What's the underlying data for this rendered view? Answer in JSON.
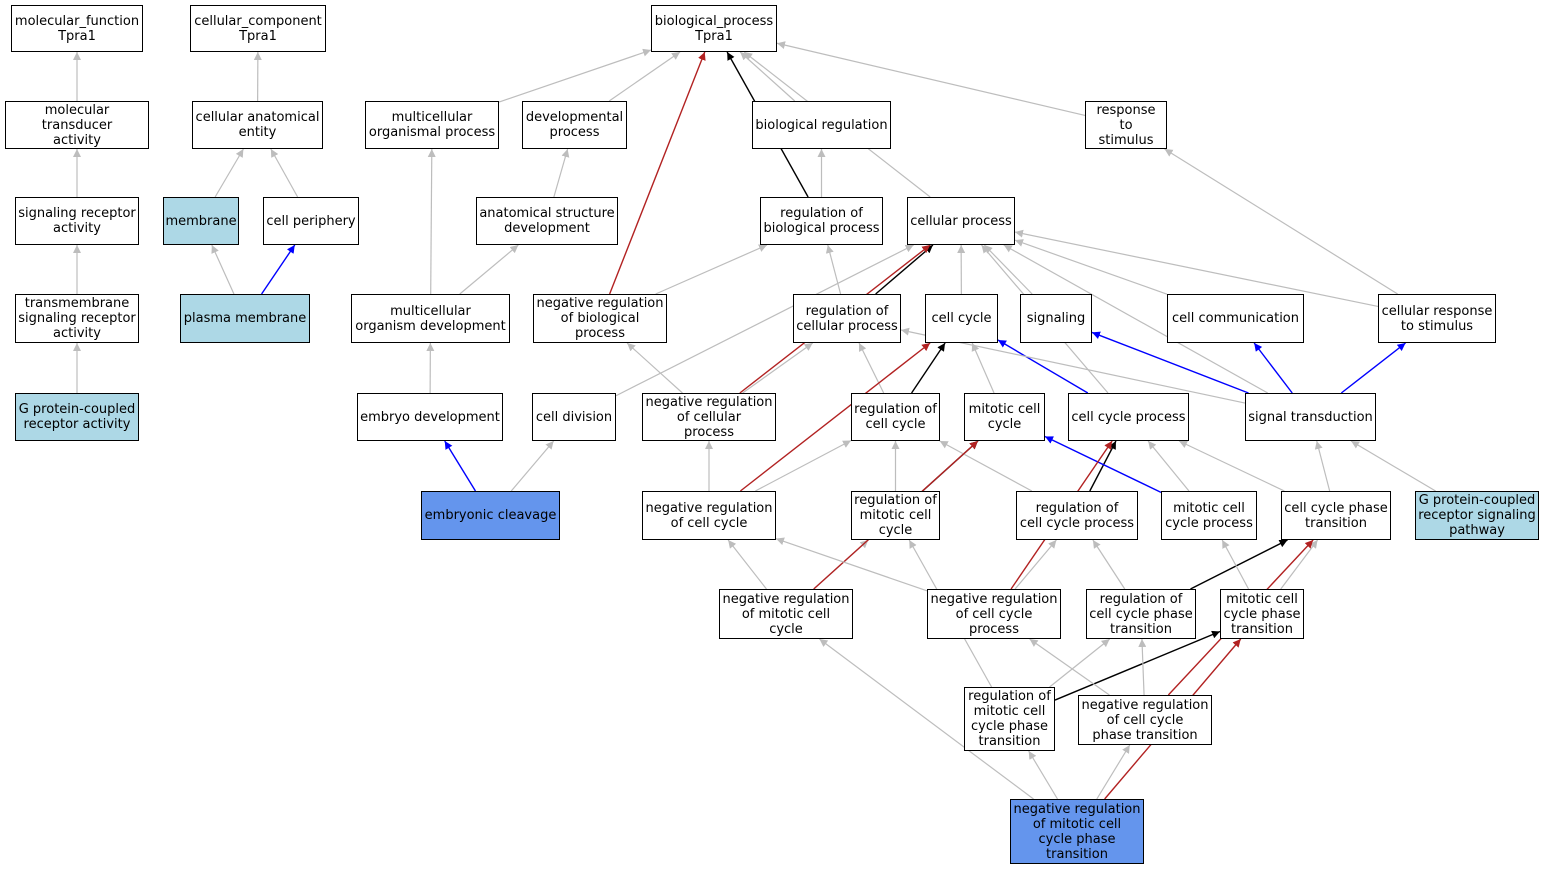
{
  "colors": {
    "edge_is_a": "#bdbdbd",
    "edge_regulates": "#000000",
    "edge_negatively_regulates": "#b22222",
    "edge_part_of": "#0000ff",
    "node_default": "#ffffff",
    "node_annotated": "#add8e6",
    "node_query": "#6495ed"
  },
  "nodes": {
    "mf_root": {
      "label": "molecular_function\nTpra1",
      "fill": "default"
    },
    "cc_root": {
      "label": "cellular_component\nTpra1",
      "fill": "default"
    },
    "bp_root": {
      "label": "biological_process\nTpra1",
      "fill": "default"
    },
    "mol_transducer": {
      "label": "molecular transducer\nactivity",
      "fill": "default"
    },
    "cell_anat_entity": {
      "label": "cellular anatomical\nentity",
      "fill": "default"
    },
    "multicell_org_proc": {
      "label": "multicellular\norganismal process",
      "fill": "default"
    },
    "dev_process": {
      "label": "developmental\nprocess",
      "fill": "default"
    },
    "bio_reg": {
      "label": "biological regulation",
      "fill": "default"
    },
    "resp_stimulus": {
      "label": "response to\nstimulus",
      "fill": "default"
    },
    "sig_receptor": {
      "label": "signaling receptor\nactivity",
      "fill": "default"
    },
    "membrane": {
      "label": "membrane",
      "fill": "annotated"
    },
    "cell_periphery": {
      "label": "cell periphery",
      "fill": "default"
    },
    "anat_struct_dev": {
      "label": "anatomical structure\ndevelopment",
      "fill": "default"
    },
    "reg_bio_proc": {
      "label": "regulation of\nbiological process",
      "fill": "default"
    },
    "cellular_proc": {
      "label": "cellular process",
      "fill": "default"
    },
    "tm_sig_receptor": {
      "label": "transmembrane\nsignaling receptor\nactivity",
      "fill": "default"
    },
    "plasma_membrane": {
      "label": "plasma membrane",
      "fill": "annotated"
    },
    "multicell_org_dev": {
      "label": "multicellular\norganism development",
      "fill": "default"
    },
    "neg_reg_bio_proc": {
      "label": "negative regulation\nof biological\nprocess",
      "fill": "default"
    },
    "reg_cell_proc": {
      "label": "regulation of\ncellular process",
      "fill": "default"
    },
    "cell_cycle": {
      "label": "cell cycle",
      "fill": "default"
    },
    "signaling": {
      "label": "signaling",
      "fill": "default"
    },
    "cell_comm": {
      "label": "cell communication",
      "fill": "default"
    },
    "cell_resp_stim": {
      "label": "cellular response\nto stimulus",
      "fill": "default"
    },
    "gpcr_activity": {
      "label": "G protein-coupled\nreceptor activity",
      "fill": "annotated"
    },
    "embryo_dev": {
      "label": "embryo development",
      "fill": "default"
    },
    "cell_division": {
      "label": "cell division",
      "fill": "default"
    },
    "neg_reg_cell_proc": {
      "label": "negative regulation\nof cellular\nprocess",
      "fill": "default"
    },
    "reg_cell_cycle": {
      "label": "regulation of\ncell cycle",
      "fill": "default"
    },
    "mitotic_cell_cycle": {
      "label": "mitotic cell\ncycle",
      "fill": "default"
    },
    "cell_cycle_proc": {
      "label": "cell cycle process",
      "fill": "default"
    },
    "signal_transduction": {
      "label": "signal transduction",
      "fill": "default"
    },
    "embryonic_cleavage": {
      "label": "embryonic cleavage",
      "fill": "query"
    },
    "neg_reg_cell_cycle": {
      "label": "negative regulation\nof cell cycle",
      "fill": "default"
    },
    "reg_mitotic_cc": {
      "label": "regulation of\nmitotic cell\ncycle",
      "fill": "default"
    },
    "reg_cc_proc": {
      "label": "regulation of\ncell cycle process",
      "fill": "default"
    },
    "mitotic_cc_proc": {
      "label": "mitotic cell\ncycle process",
      "fill": "default"
    },
    "cc_phase_trans": {
      "label": "cell cycle phase\ntransition",
      "fill": "default"
    },
    "gpcr_pathway": {
      "label": "G protein-coupled\nreceptor signaling\npathway",
      "fill": "annotated"
    },
    "neg_reg_mitotic_cc": {
      "label": "negative regulation\nof mitotic cell\ncycle",
      "fill": "default"
    },
    "neg_reg_cc_proc": {
      "label": "negative regulation\nof cell cycle\nprocess",
      "fill": "default"
    },
    "reg_cc_phase_trans": {
      "label": "regulation of\ncell cycle phase\ntransition",
      "fill": "default"
    },
    "mitotic_cc_phase_trans": {
      "label": "mitotic cell\ncycle phase\ntransition",
      "fill": "default"
    },
    "reg_mitotic_cc_phase_trans": {
      "label": "regulation of\nmitotic cell\ncycle phase\ntransition",
      "fill": "default"
    },
    "neg_reg_cc_phase_trans": {
      "label": "negative regulation\nof cell cycle\nphase transition",
      "fill": "default"
    },
    "neg_reg_mitotic_cc_phase_trans": {
      "label": "negative regulation\nof mitotic cell\ncycle phase\ntransition",
      "fill": "query"
    }
  },
  "edges": [
    {
      "from": "mol_transducer",
      "to": "mf_root",
      "type": "is_a"
    },
    {
      "from": "sig_receptor",
      "to": "mol_transducer",
      "type": "is_a"
    },
    {
      "from": "tm_sig_receptor",
      "to": "sig_receptor",
      "type": "is_a"
    },
    {
      "from": "gpcr_activity",
      "to": "tm_sig_receptor",
      "type": "is_a"
    },
    {
      "from": "cell_anat_entity",
      "to": "cc_root",
      "type": "is_a"
    },
    {
      "from": "membrane",
      "to": "cell_anat_entity",
      "type": "is_a"
    },
    {
      "from": "cell_periphery",
      "to": "cell_anat_entity",
      "type": "is_a"
    },
    {
      "from": "plasma_membrane",
      "to": "membrane",
      "type": "is_a"
    },
    {
      "from": "plasma_membrane",
      "to": "cell_periphery",
      "type": "part_of"
    },
    {
      "from": "multicell_org_proc",
      "to": "bp_root",
      "type": "is_a"
    },
    {
      "from": "dev_process",
      "to": "bp_root",
      "type": "is_a"
    },
    {
      "from": "bio_reg",
      "to": "bp_root",
      "type": "is_a"
    },
    {
      "from": "resp_stimulus",
      "to": "bp_root",
      "type": "is_a"
    },
    {
      "from": "cellular_proc",
      "to": "bp_root",
      "type": "is_a"
    },
    {
      "from": "reg_bio_proc",
      "to": "bp_root",
      "type": "regulates"
    },
    {
      "from": "reg_bio_proc",
      "to": "bio_reg",
      "type": "is_a"
    },
    {
      "from": "neg_reg_bio_proc",
      "to": "bp_root",
      "type": "negatively_regulates"
    },
    {
      "from": "neg_reg_bio_proc",
      "to": "reg_bio_proc",
      "type": "is_a"
    },
    {
      "from": "anat_struct_dev",
      "to": "dev_process",
      "type": "is_a"
    },
    {
      "from": "multicell_org_dev",
      "to": "multicell_org_proc",
      "type": "is_a"
    },
    {
      "from": "multicell_org_dev",
      "to": "anat_struct_dev",
      "type": "is_a"
    },
    {
      "from": "embryo_dev",
      "to": "multicell_org_dev",
      "type": "is_a"
    },
    {
      "from": "embryonic_cleavage",
      "to": "embryo_dev",
      "type": "part_of"
    },
    {
      "from": "embryonic_cleavage",
      "to": "cell_division",
      "type": "is_a"
    },
    {
      "from": "cell_division",
      "to": "cellular_proc",
      "type": "is_a"
    },
    {
      "from": "reg_cell_proc",
      "to": "reg_bio_proc",
      "type": "is_a"
    },
    {
      "from": "reg_cell_proc",
      "to": "cellular_proc",
      "type": "regulates"
    },
    {
      "from": "cell_cycle",
      "to": "cellular_proc",
      "type": "is_a"
    },
    {
      "from": "signaling",
      "to": "cellular_proc",
      "type": "is_a"
    },
    {
      "from": "cell_comm",
      "to": "cellular_proc",
      "type": "is_a"
    },
    {
      "from": "cell_resp_stim",
      "to": "cellular_proc",
      "type": "is_a"
    },
    {
      "from": "cell_resp_stim",
      "to": "resp_stimulus",
      "type": "is_a"
    },
    {
      "from": "cell_cycle_proc",
      "to": "cellular_proc",
      "type": "is_a"
    },
    {
      "from": "signal_transduction",
      "to": "cellular_proc",
      "type": "is_a"
    },
    {
      "from": "neg_reg_cell_proc",
      "to": "reg_cell_proc",
      "type": "is_a"
    },
    {
      "from": "neg_reg_cell_proc",
      "to": "neg_reg_bio_proc",
      "type": "is_a"
    },
    {
      "from": "neg_reg_cell_proc",
      "to": "cellular_proc",
      "type": "negatively_regulates"
    },
    {
      "from": "reg_cell_cycle",
      "to": "reg_cell_proc",
      "type": "is_a"
    },
    {
      "from": "reg_cell_cycle",
      "to": "cell_cycle",
      "type": "regulates"
    },
    {
      "from": "mitotic_cell_cycle",
      "to": "cell_cycle",
      "type": "is_a"
    },
    {
      "from": "cell_cycle_proc",
      "to": "cell_cycle",
      "type": "part_of"
    },
    {
      "from": "signal_transduction",
      "to": "signaling",
      "type": "part_of"
    },
    {
      "from": "signal_transduction",
      "to": "cell_comm",
      "type": "part_of"
    },
    {
      "from": "signal_transduction",
      "to": "cell_resp_stim",
      "type": "part_of"
    },
    {
      "from": "signal_transduction",
      "to": "reg_cell_proc",
      "type": "is_a"
    },
    {
      "from": "gpcr_pathway",
      "to": "signal_transduction",
      "type": "is_a"
    },
    {
      "from": "neg_reg_cell_cycle",
      "to": "neg_reg_cell_proc",
      "type": "is_a"
    },
    {
      "from": "neg_reg_cell_cycle",
      "to": "reg_cell_cycle",
      "type": "is_a"
    },
    {
      "from": "neg_reg_cell_cycle",
      "to": "cell_cycle",
      "type": "negatively_regulates"
    },
    {
      "from": "reg_mitotic_cc",
      "to": "reg_cell_cycle",
      "type": "is_a"
    },
    {
      "from": "reg_mitotic_cc",
      "to": "mitotic_cell_cycle",
      "type": "regulates"
    },
    {
      "from": "reg_cc_proc",
      "to": "reg_cell_cycle",
      "type": "is_a"
    },
    {
      "from": "reg_cc_proc",
      "to": "cell_cycle_proc",
      "type": "regulates"
    },
    {
      "from": "mitotic_cc_proc",
      "to": "cell_cycle_proc",
      "type": "is_a"
    },
    {
      "from": "mitotic_cc_proc",
      "to": "mitotic_cell_cycle",
      "type": "part_of"
    },
    {
      "from": "cc_phase_trans",
      "to": "cell_cycle_proc",
      "type": "is_a"
    },
    {
      "from": "cc_phase_trans",
      "to": "signal_transduction",
      "type": "is_a"
    },
    {
      "from": "neg_reg_mitotic_cc",
      "to": "neg_reg_cell_cycle",
      "type": "is_a"
    },
    {
      "from": "neg_reg_mitotic_cc",
      "to": "reg_mitotic_cc",
      "type": "is_a"
    },
    {
      "from": "neg_reg_mitotic_cc",
      "to": "mitotic_cell_cycle",
      "type": "negatively_regulates"
    },
    {
      "from": "neg_reg_cc_proc",
      "to": "neg_reg_cell_cycle",
      "type": "is_a"
    },
    {
      "from": "neg_reg_cc_proc",
      "to": "reg_cc_proc",
      "type": "is_a"
    },
    {
      "from": "neg_reg_cc_proc",
      "to": "cell_cycle_proc",
      "type": "negatively_regulates"
    },
    {
      "from": "reg_cc_phase_trans",
      "to": "reg_cc_proc",
      "type": "is_a"
    },
    {
      "from": "reg_cc_phase_trans",
      "to": "cc_phase_trans",
      "type": "regulates"
    },
    {
      "from": "mitotic_cc_phase_trans",
      "to": "mitotic_cc_proc",
      "type": "is_a"
    },
    {
      "from": "mitotic_cc_phase_trans",
      "to": "cc_phase_trans",
      "type": "is_a"
    },
    {
      "from": "reg_mitotic_cc_phase_trans",
      "to": "reg_mitotic_cc",
      "type": "is_a"
    },
    {
      "from": "reg_mitotic_cc_phase_trans",
      "to": "reg_cc_phase_trans",
      "type": "is_a"
    },
    {
      "from": "reg_mitotic_cc_phase_trans",
      "to": "mitotic_cc_phase_trans",
      "type": "regulates"
    },
    {
      "from": "neg_reg_cc_phase_trans",
      "to": "neg_reg_cc_proc",
      "type": "is_a"
    },
    {
      "from": "neg_reg_cc_phase_trans",
      "to": "reg_cc_phase_trans",
      "type": "is_a"
    },
    {
      "from": "neg_reg_cc_phase_trans",
      "to": "cc_phase_trans",
      "type": "negatively_regulates"
    },
    {
      "from": "neg_reg_mitotic_cc_phase_trans",
      "to": "neg_reg_mitotic_cc",
      "type": "is_a"
    },
    {
      "from": "neg_reg_mitotic_cc_phase_trans",
      "to": "reg_mitotic_cc_phase_trans",
      "type": "is_a"
    },
    {
      "from": "neg_reg_mitotic_cc_phase_trans",
      "to": "neg_reg_cc_phase_trans",
      "type": "is_a"
    },
    {
      "from": "neg_reg_mitotic_cc_phase_trans",
      "to": "mitotic_cc_phase_trans",
      "type": "negatively_regulates"
    }
  ]
}
